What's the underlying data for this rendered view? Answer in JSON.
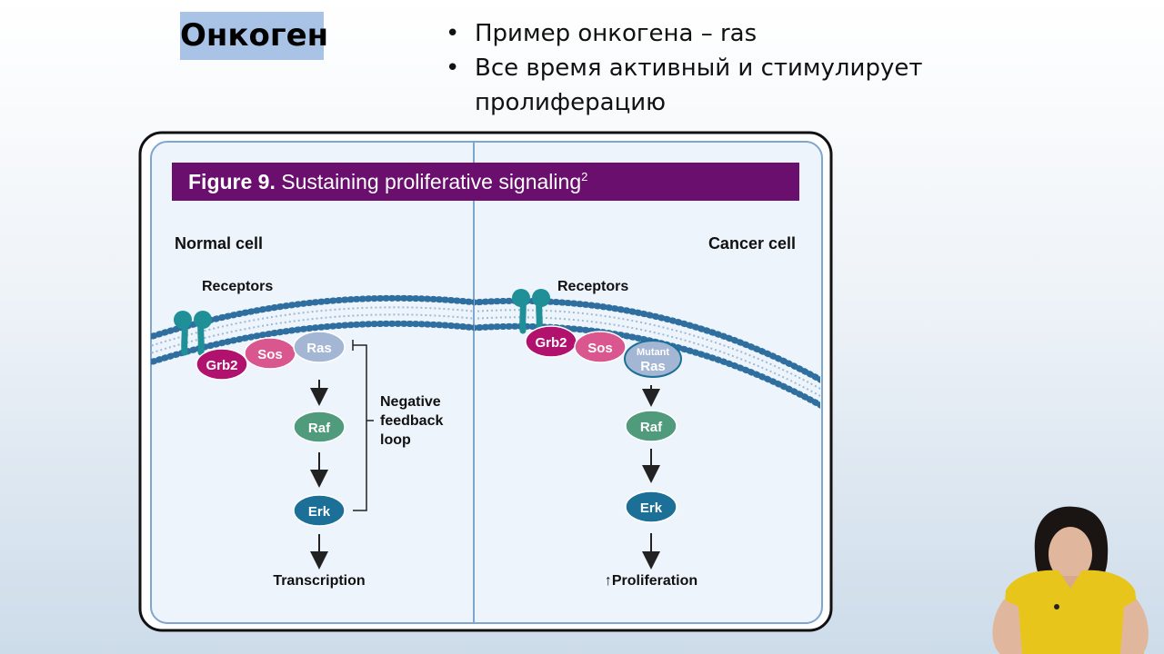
{
  "slide": {
    "title": "Онкоген",
    "bullets": [
      "Пример онкогена – ras",
      "Все время активный и стимулирует пролиферацию"
    ]
  },
  "figure": {
    "banner_bold": "Figure 9.",
    "banner_text": " Sustaining proliferative signaling",
    "banner_sup": "2",
    "normal": {
      "title": "Normal cell",
      "receptors": "Receptors",
      "grb2": "Grb2",
      "sos": "Sos",
      "ras": "Ras",
      "raf": "Raf",
      "erk": "Erk",
      "feedback": [
        "Negative",
        "feedback",
        "loop"
      ],
      "output": "Transcription"
    },
    "cancer": {
      "title": "Cancer cell",
      "receptors": "Receptors",
      "grb2": "Grb2",
      "sos": "Sos",
      "mutant": "Mutant",
      "ras": "Ras",
      "raf": "Raf",
      "erk": "Erk",
      "output": "↑Proliferation"
    }
  },
  "colors": {
    "banner": "#6b0f6e",
    "membrane": "#2f6f9f",
    "receptor": "#1f8f98",
    "grb2": "#b0126e",
    "sos": "#d9568f",
    "ras": "#a3b6d4",
    "raf": "#4f9b7b",
    "erk": "#1c6f97",
    "title_box": "#a9c3e6"
  }
}
